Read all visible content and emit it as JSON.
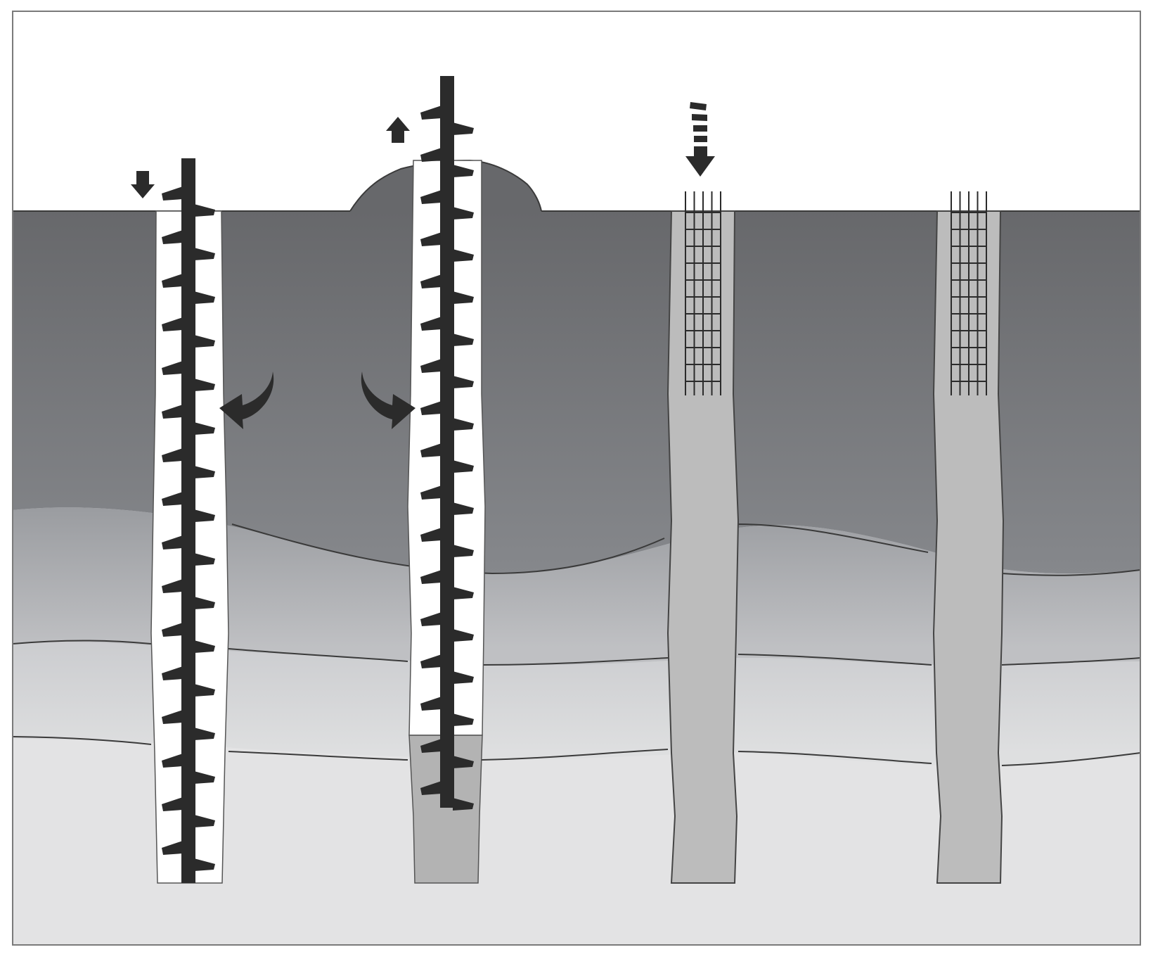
{
  "diagram": {
    "stages": [
      {
        "id": "drilling",
        "tool": "auger",
        "motion": "down",
        "rotation": "clockwise-inward"
      },
      {
        "id": "extraction",
        "tool": "auger",
        "motion": "up",
        "rotation": "outward",
        "spoil": true,
        "grout_fill": "partial"
      },
      {
        "id": "cage-insertion",
        "tool": "reinforcement-cage",
        "motion": "down",
        "grout_fill": "full"
      },
      {
        "id": "completed-pile",
        "tool": "reinforcement-cage",
        "motion": "none",
        "grout_fill": "full"
      }
    ],
    "soil_layers": 4,
    "colors": {
      "auger": "#2b2b2b",
      "bore": "#ffffff",
      "grout": "#bcbcbc",
      "grout_lower": "#b3b3b3",
      "soil_top": "#67686b",
      "soil_bottom": "#e3e3e4",
      "layer_line": "#3a3a3a",
      "frame": "#7a7a7a"
    }
  }
}
